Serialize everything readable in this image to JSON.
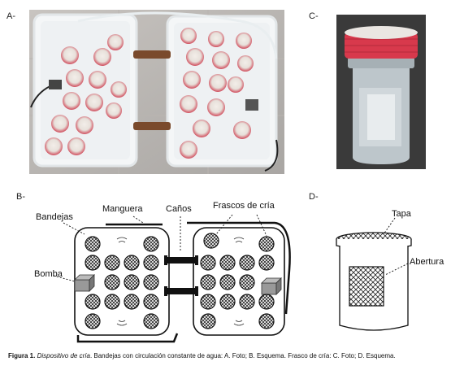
{
  "panels": {
    "a_label": "A-",
    "b_label": "B-",
    "c_label": "C-",
    "d_label": "D-"
  },
  "schematic_b": {
    "label_bandejas": "Bandejas",
    "label_manguera": "Manguera",
    "label_canos": "Caños",
    "label_frascos": "Frascos de cría",
    "label_bomba": "Bomba"
  },
  "schematic_d": {
    "label_tapa": "Tapa",
    "label_abertura": "Abertura"
  },
  "caption": {
    "figure_label": "Figura 1.",
    "title_italic": "Dispositivo de cría",
    "text": ". Bandejas con circulación constante de agua: A. Foto; B. Esquema. Frasco de cría: C. Foto; D. Esquema."
  }
}
